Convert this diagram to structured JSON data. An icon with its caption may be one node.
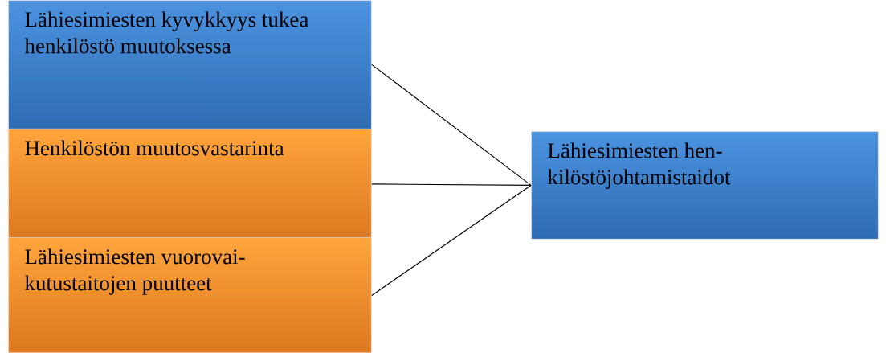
{
  "diagram": {
    "nodes": [
      {
        "text": [
          "Lähiesimiesten kyvykkyys tukea henkilöstö muutoksessa"
        ]
      },
      {
        "text": [
          "Henkilöstön muutosvastarinta"
        ]
      },
      {
        "text": [
          "Lähiesimiesten vuorovai- kutustaitojen puutteet"
        ]
      },
      {
        "text": [
          "Lähiesimiesten hen- kilöstöjohtamistaidot"
        ]
      }
    ],
    "edges": [
      {
        "from": 0,
        "to": 3,
        "arrow": "none"
      },
      {
        "from": 1,
        "to": 3,
        "arrow": "none"
      },
      {
        "from": 2,
        "to": 3,
        "arrow": "none"
      }
    ]
  }
}
